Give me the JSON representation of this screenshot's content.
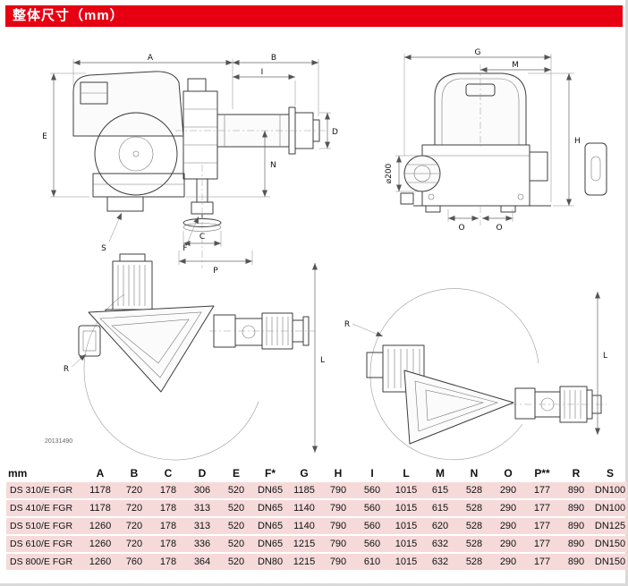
{
  "colors": {
    "accent": "#e60012",
    "row_bg": "#f6dada"
  },
  "header": {
    "title": "整体尺寸（mm）"
  },
  "drawing": {
    "part_number": "20131490",
    "front_view": {
      "a": "A",
      "b": "B",
      "i": "I",
      "d": "D",
      "e": "E",
      "n": "N",
      "s": "S",
      "f": "F",
      "c": "C",
      "p": "P"
    },
    "rear_view": {
      "g": "G",
      "m": "M",
      "h": "H",
      "phi": "⌀200",
      "o1": "O",
      "o2": "O"
    },
    "plan_view_left": {
      "r": "R",
      "l": "L"
    },
    "plan_view_right": {
      "r": "R",
      "l": "L"
    }
  },
  "table": {
    "headers": [
      "mm",
      "A",
      "B",
      "C",
      "D",
      "E",
      "F*",
      "G",
      "H",
      "I",
      "L",
      "M",
      "N",
      "O",
      "P**",
      "R",
      "S"
    ],
    "rows": [
      {
        "model": "DS 310/E FGR",
        "values": [
          "1178",
          "720",
          "178",
          "306",
          "520",
          "DN65",
          "1185",
          "790",
          "560",
          "1015",
          "615",
          "528",
          "290",
          "177",
          "890",
          "DN100"
        ]
      },
      {
        "model": "DS 410/E FGR",
        "values": [
          "1178",
          "720",
          "178",
          "313",
          "520",
          "DN65",
          "1140",
          "790",
          "560",
          "1015",
          "615",
          "528",
          "290",
          "177",
          "890",
          "DN100"
        ]
      },
      {
        "model": "DS 510/E FGR",
        "values": [
          "1260",
          "720",
          "178",
          "313",
          "520",
          "DN65",
          "1140",
          "790",
          "560",
          "1015",
          "620",
          "528",
          "290",
          "177",
          "890",
          "DN125"
        ]
      },
      {
        "model": "DS 610/E FGR",
        "values": [
          "1260",
          "720",
          "178",
          "336",
          "520",
          "DN65",
          "1215",
          "790",
          "560",
          "1015",
          "632",
          "528",
          "290",
          "177",
          "890",
          "DN150"
        ]
      },
      {
        "model": "DS 800/E FGR",
        "values": [
          "1260",
          "760",
          "178",
          "364",
          "520",
          "DN80",
          "1215",
          "790",
          "610",
          "1015",
          "632",
          "528",
          "290",
          "177",
          "890",
          "DN150"
        ]
      }
    ]
  }
}
